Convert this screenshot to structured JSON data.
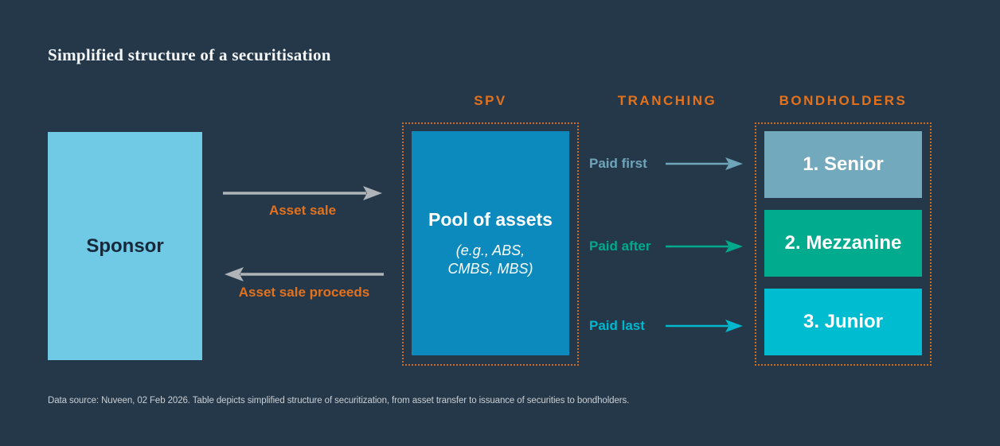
{
  "title": "Simplified structure of a securitisation",
  "columns": {
    "spv": "SPV",
    "tranching": "TRANCHING",
    "bondholders": "BONDHOLDERS"
  },
  "sponsor": {
    "label": "Sponsor"
  },
  "flows": {
    "asset_sale": {
      "label": "Asset sale",
      "direction": "right"
    },
    "asset_sale_proceeds": {
      "label": "Asset sale proceeds",
      "direction": "left"
    }
  },
  "pool": {
    "title": "Pool of assets",
    "subtitle_line1": "(e.g., ABS,",
    "subtitle_line2": "CMBS, MBS)"
  },
  "tranching": [
    {
      "label": "Paid first",
      "color": "#6FA5BA"
    },
    {
      "label": "Paid after",
      "color": "#00A98C"
    },
    {
      "label": "Paid last",
      "color": "#00B8CE"
    }
  ],
  "bondholders": [
    {
      "label": "1. Senior",
      "fill": "#72A9BC"
    },
    {
      "label": "2. Mezzanine",
      "fill": "#00AB8E"
    },
    {
      "label": "3. Junior",
      "fill": "#00BCD1"
    }
  ],
  "footer": "Data source: Nuveen, 02 Feb 2026. Table depicts simplified structure of securitization, from asset transfer to issuance of securities to bondholders.",
  "colors": {
    "background": "#253849",
    "accent_orange": "#E4711C",
    "dotted_border": "#CE6E1E",
    "sponsor_fill": "#70CAE6",
    "sponsor_text": "#16293B",
    "pool_fill": "#0C8ABD",
    "arrow_gray": "#AEB4B8",
    "title_text": "#F4F6F7",
    "footer_text": "#C9CFD4"
  }
}
